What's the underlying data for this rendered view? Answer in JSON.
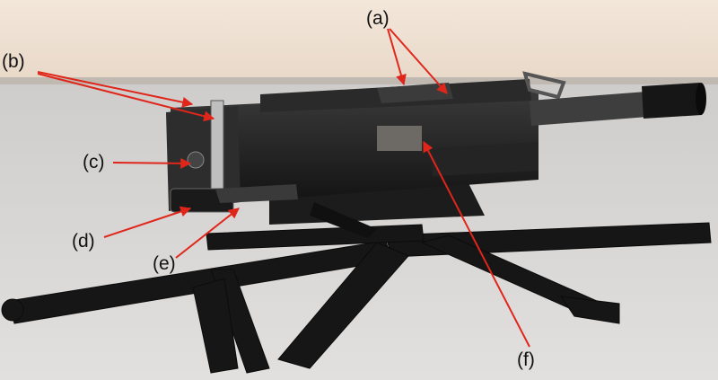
{
  "labels": {
    "a": "(a)",
    "b": "(b)",
    "c": "(c)",
    "d": "(d)",
    "e": "(e)",
    "f": "(f)"
  },
  "colors": {
    "wall": "#efe2d4",
    "floor": "#d6d4d1",
    "weapon": "#1a1a1a",
    "leader_line": "#e0261b"
  }
}
